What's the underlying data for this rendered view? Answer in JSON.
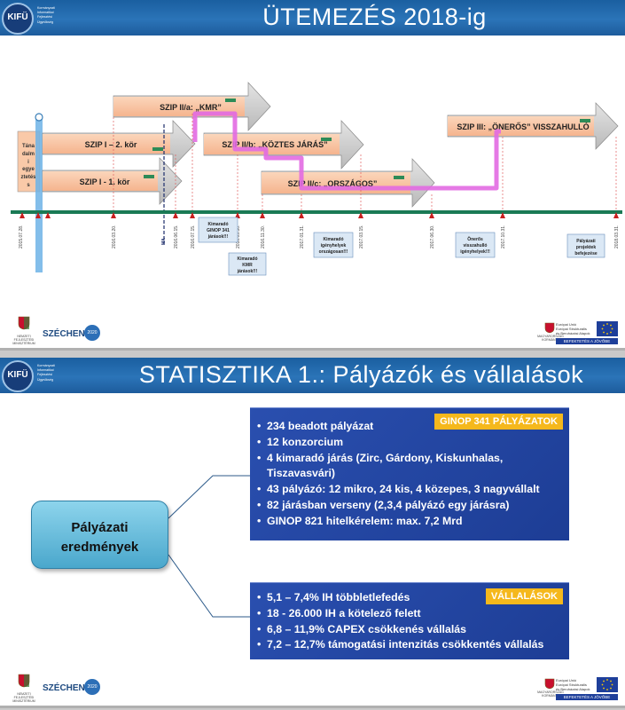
{
  "slide1": {
    "logo": {
      "name": "KIFÜ",
      "subtitle": "Kormányzati Informatikai Fejlesztési Ügynökség"
    },
    "title": "ÜTEMEZÉS 2018-ig",
    "bars": [
      {
        "label": "SZIP II/a: „KMR”"
      },
      {
        "label": "SZIP I – 2. kör"
      },
      {
        "label": "SZIP I - 1. kör"
      },
      {
        "label": "SZIP II/b: „KÖZTES JÁRÁS”"
      },
      {
        "label": "SZIP II/c: „ORSZÁGOS”"
      },
      {
        "label": "SZIP III: „ÖNERŐS” VISSZAHULLÓ"
      }
    ],
    "tanacs": [
      "Tána",
      "dalm",
      "i",
      "egye",
      "ztetés",
      "s"
    ],
    "ma_label": "MA",
    "dates": [
      "2015.07.28.",
      "2016.03.20.",
      "2016.06.15.",
      "2016.07.15.",
      "2016.09.30.",
      "2016.11.30.",
      "2017.01.31.",
      "2017.03.15.",
      "2017.06.30.",
      "2017.10.31.",
      "2018.03.31."
    ],
    "callouts": [
      {
        "lines": [
          "Kimaradó",
          "GINOP 341",
          "járások!!!"
        ]
      },
      {
        "lines": [
          "Kimaradó",
          "KMR",
          "járások!!!"
        ]
      },
      {
        "lines": [
          "Kimaradó",
          "igényhelyek",
          "országosan!!!"
        ]
      },
      {
        "lines": [
          "Önerős",
          "visszahulló",
          "igényhelyek!!!"
        ]
      },
      {
        "lines": [
          "Pályázati",
          "projektek",
          "befejezése"
        ]
      }
    ],
    "footer": {
      "ministry": "NEMZETI FEJLESZTÉSI MINISZTÉRIUM",
      "szechenyi": "SZÉCHENYI",
      "szechenyi_badge": "2020",
      "mk": "MAGYARORSZÁG KORMÁNYA",
      "eu_lines": [
        "Európai Unió",
        "Európai Strukturális",
        "és Beruházási Alapok"
      ],
      "eu_band": "BEFEKTETÉS A JÖVŐBE"
    }
  },
  "slide2": {
    "logo": {
      "name": "KIFÜ",
      "subtitle": "Kormányzati Informatikai Fejlesztési Ügynökség"
    },
    "title": "STATISZTIKA 1.: Pályázók és vállalások",
    "center": [
      "Pályázati",
      "eredmények"
    ],
    "box1": {
      "tag": "GINOP 341 PÁLYÁZATOK",
      "items": [
        "234  beadott pályázat",
        "12 konzorcium",
        "4 kimaradó járás (Zirc, Gárdony, Kiskunhalas, Tiszavasvári)",
        "43 pályázó: 12 mikro, 24 kis, 4 közepes, 3 nagyvállalt",
        "82 járásban verseny (2,3,4 pályázó egy járásra)",
        "GINOP 821 hitelkérelem: max. 7,2 Mrd"
      ]
    },
    "box2": {
      "tag": "VÁLLALÁSOK",
      "items": [
        "5,1 – 7,4% IH többletlefedés",
        "18 - 26.000 IH a kötelező felett",
        "6,8 – 11,9% CAPEX csökkenés vállalás",
        "7,2 – 12,7% támogatási intenzitás csökkentés vállalás"
      ]
    },
    "footer": {
      "ministry": "NEMZETI FEJLESZTÉSI MINISZTÉRIUM",
      "szechenyi": "SZÉCHENYI",
      "szechenyi_badge": "2020",
      "mk": "MAGYARORSZÁG KORMÁNYA",
      "eu_lines": [
        "Európai Unió",
        "Európai Strukturális",
        "és Beruházási Alapok"
      ],
      "eu_band": "BEFEKTETÉS A JÖVŐBE"
    }
  },
  "colors": {
    "title_bar": "#2b74b8",
    "bar_fill": "#f9c9a8",
    "path": "#e26ae2",
    "timeline": "#1a7a55",
    "box_blue": "#2a4faf",
    "tag_yellow": "#f5b81c",
    "center_box": "#6dbfe0"
  }
}
